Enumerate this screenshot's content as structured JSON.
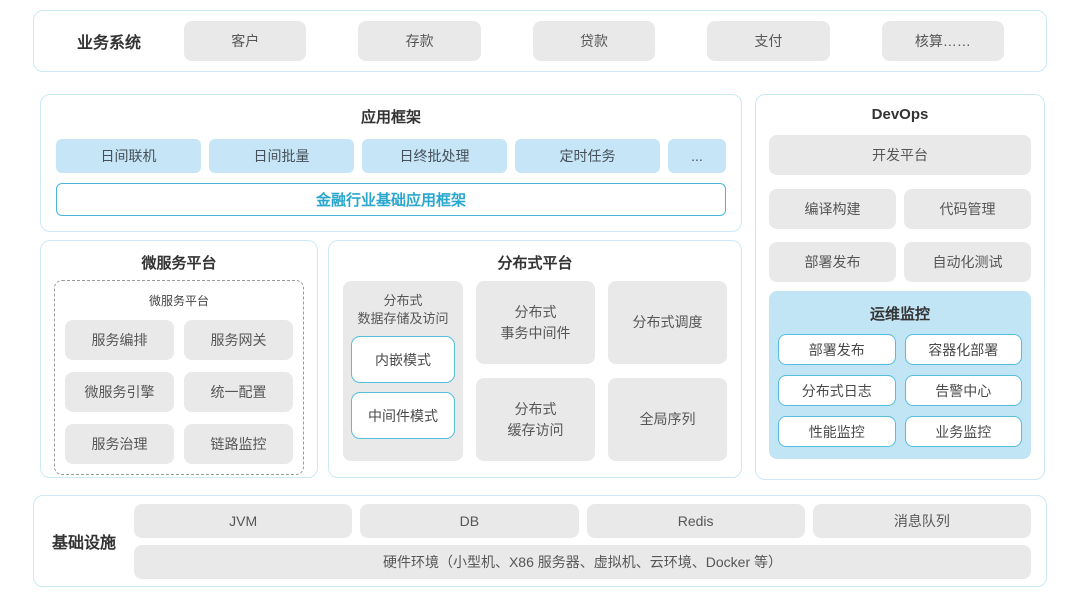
{
  "colors": {
    "panel_border": "#cbe9f6",
    "blue_box_fill": "#c6e6f7",
    "monitor_panel_fill": "#c2e5f6",
    "cyan_border": "#55bddd",
    "cyan_text": "#29a7ce",
    "gray_box_fill": "#e9e9e9",
    "title_text": "#333333",
    "box_text": "#565656"
  },
  "business": {
    "label": "业务系统",
    "items": [
      "客户",
      "存款",
      "贷款",
      "支付",
      "核算……"
    ]
  },
  "app_framework": {
    "title": "应用框架",
    "items": [
      "日间联机",
      "日间批量",
      "日终批处理",
      "定时任务",
      "..."
    ],
    "base": "金融行业基础应用框架"
  },
  "devops": {
    "title": "DevOps",
    "platform": "开发平台",
    "items": [
      "编译构建",
      "代码管理",
      "部署发布",
      "自动化测试"
    ],
    "monitoring": {
      "title": "运维监控",
      "items": [
        "部署发布",
        "容器化部署",
        "分布式日志",
        "告警中心",
        "性能监控",
        "业务监控"
      ]
    }
  },
  "microservice": {
    "title": "微服务平台",
    "inner_title": "微服务平台",
    "items": [
      "服务编排",
      "服务网关",
      "微服务引擎",
      "统一配置",
      "服务治理",
      "链路监控"
    ]
  },
  "distributed": {
    "title": "分布式平台",
    "storage": {
      "title": "分布式\n数据存储及访问",
      "modes": [
        "内嵌模式",
        "中间件模式"
      ]
    },
    "col2": [
      "分布式\n事务中间件",
      "分布式\n缓存访问"
    ],
    "col3": [
      "分布式调度",
      "全局序列"
    ]
  },
  "infrastructure": {
    "label": "基础设施",
    "items": [
      "JVM",
      "DB",
      "Redis",
      "消息队列"
    ],
    "hardware": "硬件环境（小型机、X86 服务器、虚拟机、云环境、Docker 等）"
  }
}
